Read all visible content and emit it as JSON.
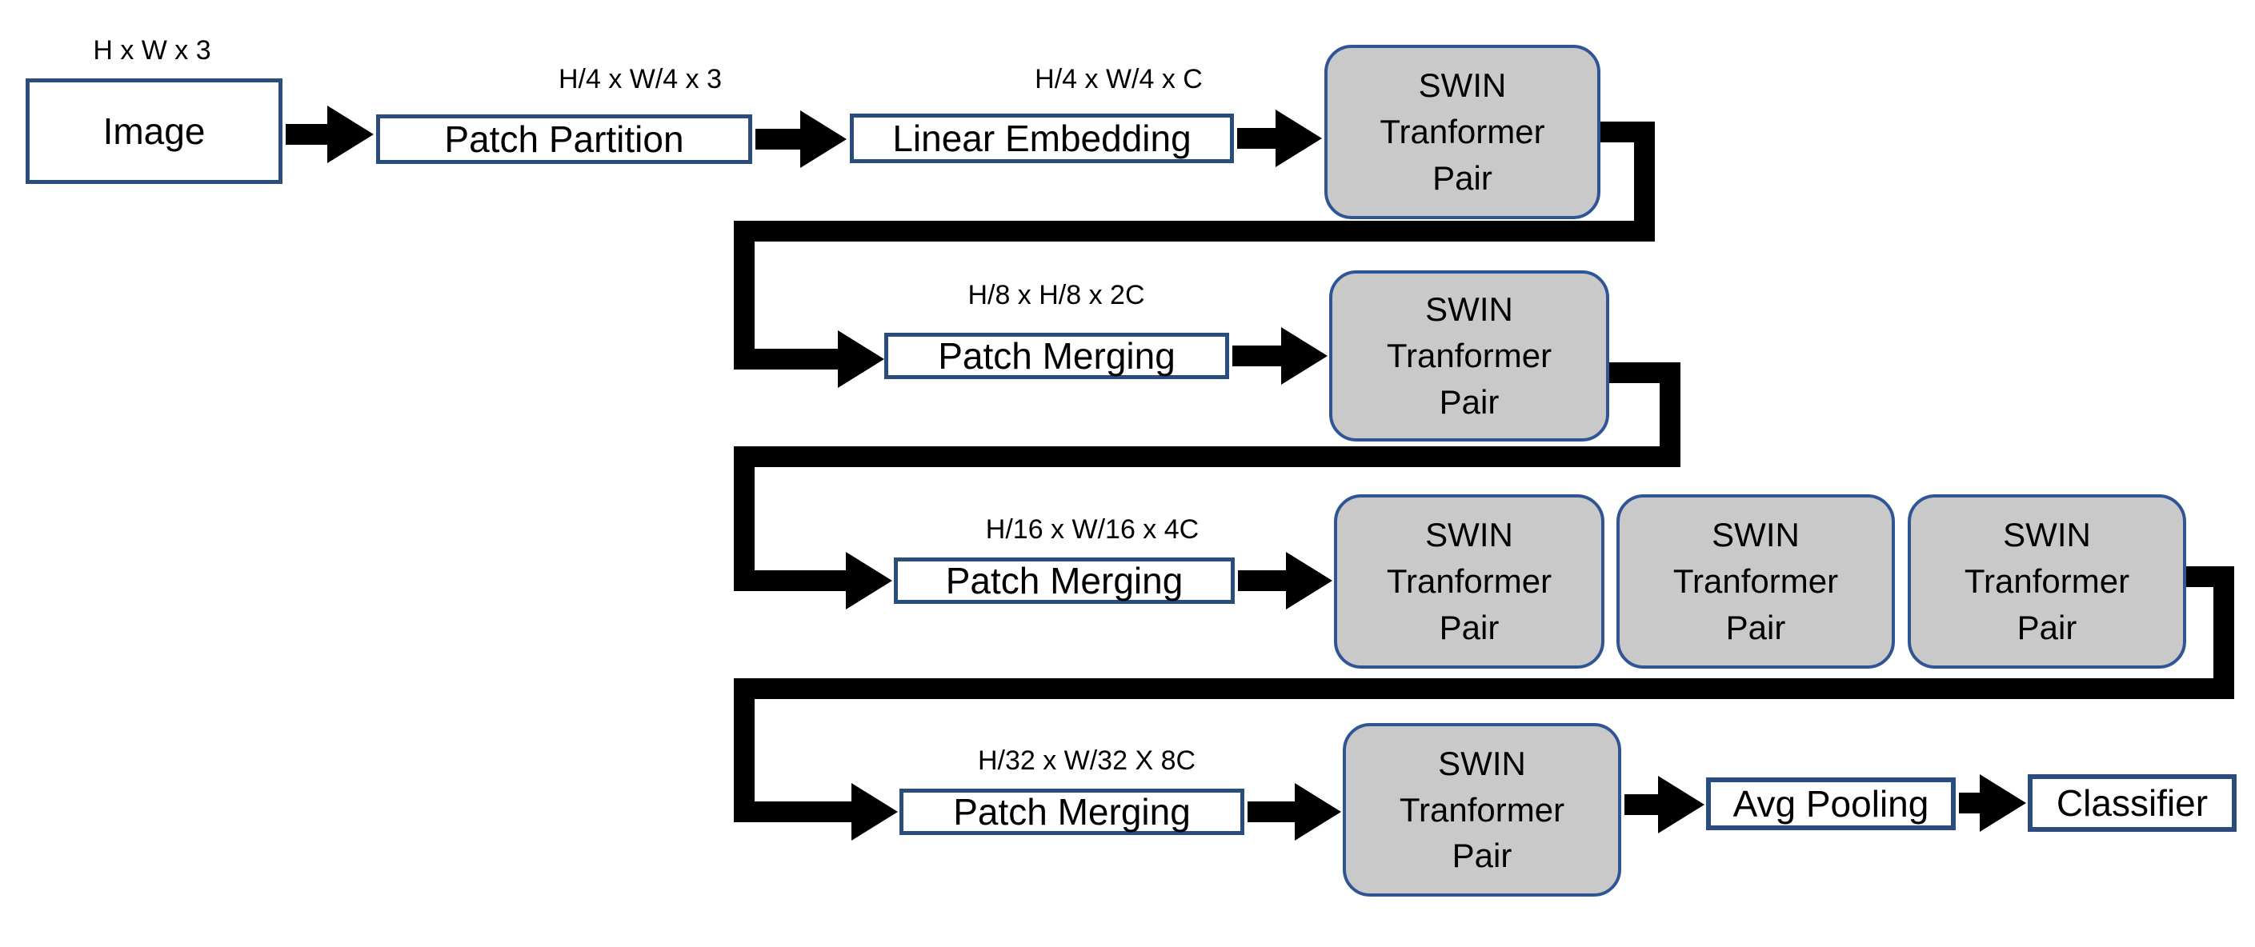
{
  "diagram_type": "flowchart",
  "subject": "SWIN Transformer classification architecture",
  "nodes": {
    "image": {
      "label": "Image",
      "dims": "H x W x 3"
    },
    "patch_partition": {
      "label": "Patch Partition",
      "dims": "H/4 x W/4 x 3"
    },
    "linear_embedding": {
      "label": "Linear Embedding",
      "dims": "H/4 x W/4 x C"
    },
    "patch_merging_2": {
      "label": "Patch Merging",
      "dims": "H/8 x H/8 x 2C"
    },
    "patch_merging_3": {
      "label": "Patch Merging",
      "dims": "H/16 x W/16 x 4C"
    },
    "patch_merging_4": {
      "label": "Patch Merging",
      "dims": "H/32 x W/32 X 8C"
    },
    "swin_pair": {
      "label": "SWIN\nTranformer\nPair"
    },
    "avg_pooling": {
      "label": "Avg Pooling"
    },
    "classifier": {
      "label": "Classifier"
    }
  },
  "swin_pair_counts": {
    "stage1": 1,
    "stage2": 1,
    "stage3": 3,
    "stage4": 1
  },
  "colors": {
    "navy": "#2b4d7e",
    "swin-navy": "#2f5596",
    "gray": "#c9c9c9",
    "ink": "#000000",
    "bg": "#ffffff"
  }
}
